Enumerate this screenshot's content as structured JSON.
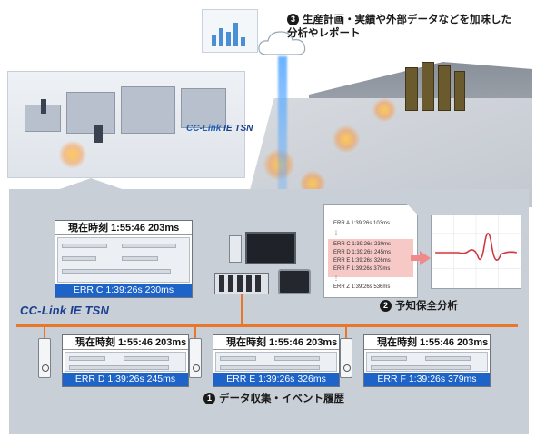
{
  "captions": {
    "step3_number": "3",
    "step3_line1": "生産計画・実績や外部データなどを加味した",
    "step3_line2": "分析やレポート",
    "step2_number": "2",
    "step2_text": "予知保全分析",
    "step1_number": "1",
    "step1_text": "データ収集・イベント履歴"
  },
  "logos": {
    "tsn_prefix": "CC-Link ",
    "tsn_suffix": "IE TSN"
  },
  "screens": [
    {
      "time": "現在時刻 1:55:46 203ms",
      "err": "ERR C 1:39:26s 230ms"
    },
    {
      "time": "現在時刻 1:55:46 203ms",
      "err": "ERR D 1:39:26s 245ms"
    },
    {
      "time": "現在時刻 1:55:46 203ms",
      "err": "ERR E 1:39:26s 326ms"
    },
    {
      "time": "現在時刻 1:55:46 203ms",
      "err": "ERR F 1:39:26s 379ms"
    }
  ],
  "log_document": {
    "line_a": "ERR A 1:39:26s 103ms",
    "ellipsis": "⋮",
    "line_c": "ERR C 1:39:26s 230ms",
    "line_d": "ERR D 1:39:26s 245ms",
    "line_e": "ERR E 1:39:26s 326ms",
    "line_f": "ERR F 1:39:26s 379ms",
    "ellipsis2": "⋮",
    "line_z": "ERR Z 1:39:26s 536ms"
  },
  "colors": {
    "network_line": "#e8762b",
    "err_bar": "#1e63c7",
    "highlight": "#f6c9c6",
    "panel_bg": "#c9cfd6"
  }
}
